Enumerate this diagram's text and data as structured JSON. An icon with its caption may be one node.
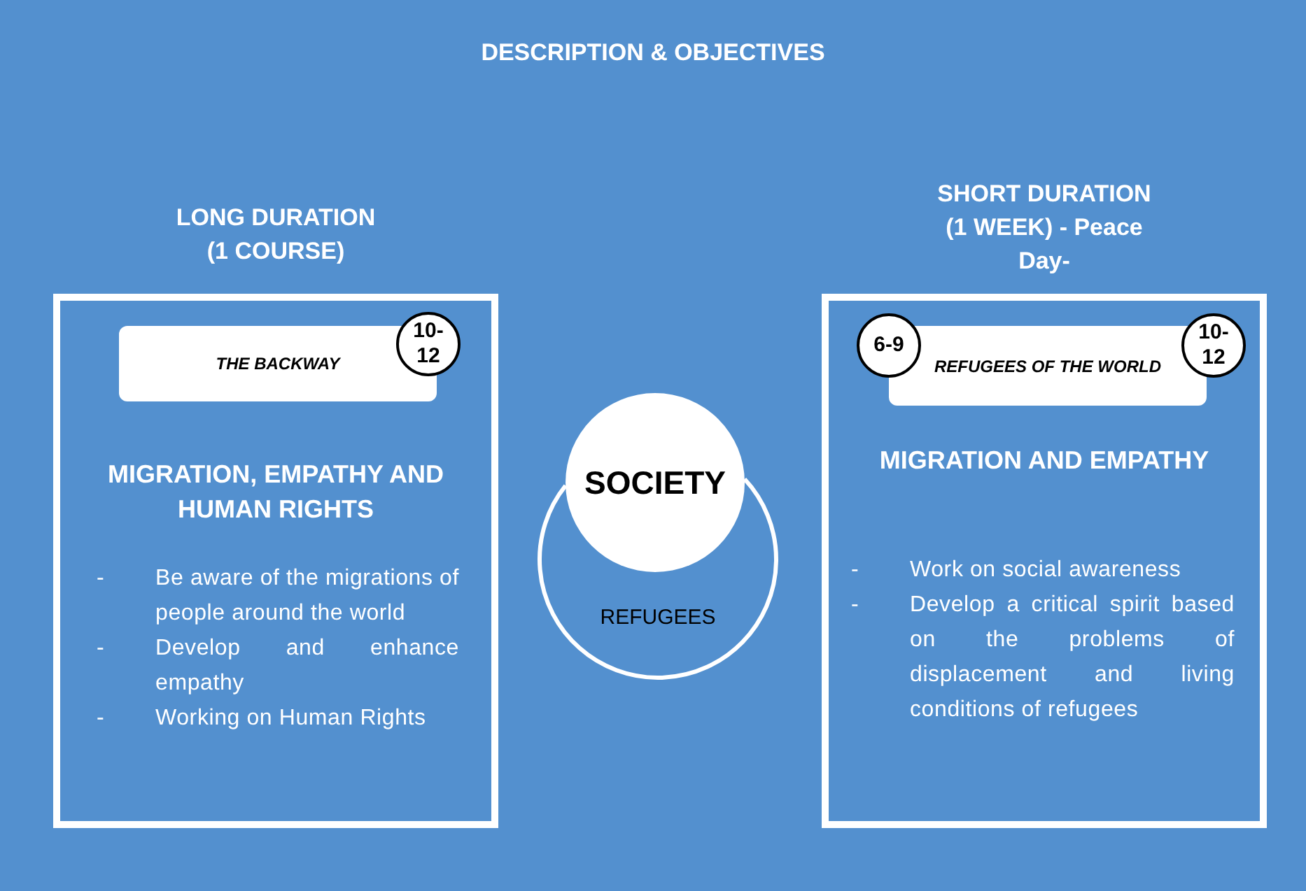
{
  "diagram": {
    "title": "DESCRIPTION & OBJECTIVES",
    "nodes": [
      {
        "text": [
          "LONG DURATION (1 COURSE)",
          "MIGRATION, EMPATHY AND HUMAN RIGHTS",
          "- Be aware of the migrations of people around the world",
          "- Develop and enhance empathy",
          "- Working on Human Rights"
        ]
      },
      {
        "text": [
          "THE BACKWAY"
        ],
        "in": 0
      },
      {
        "text": [
          "10-12"
        ],
        "in": 0
      },
      {
        "text": [
          "SHORT DURATION (1 WEEK) - Peace Day-",
          "MIGRATION AND EMPATHY",
          "- Work on social awareness",
          "- Develop a critical spirit based on the problems of displacement and living conditions of refugees"
        ]
      },
      {
        "text": [
          "6-9"
        ],
        "in": 3
      },
      {
        "text": [
          "REFUGEES OF THE WORLD"
        ],
        "in": 3
      },
      {
        "text": [
          "10-12"
        ],
        "in": 3
      },
      {
        "text": [
          "SOCIETY"
        ]
      },
      {
        "text": [
          "REFUGEES"
        ]
      }
    ]
  }
}
